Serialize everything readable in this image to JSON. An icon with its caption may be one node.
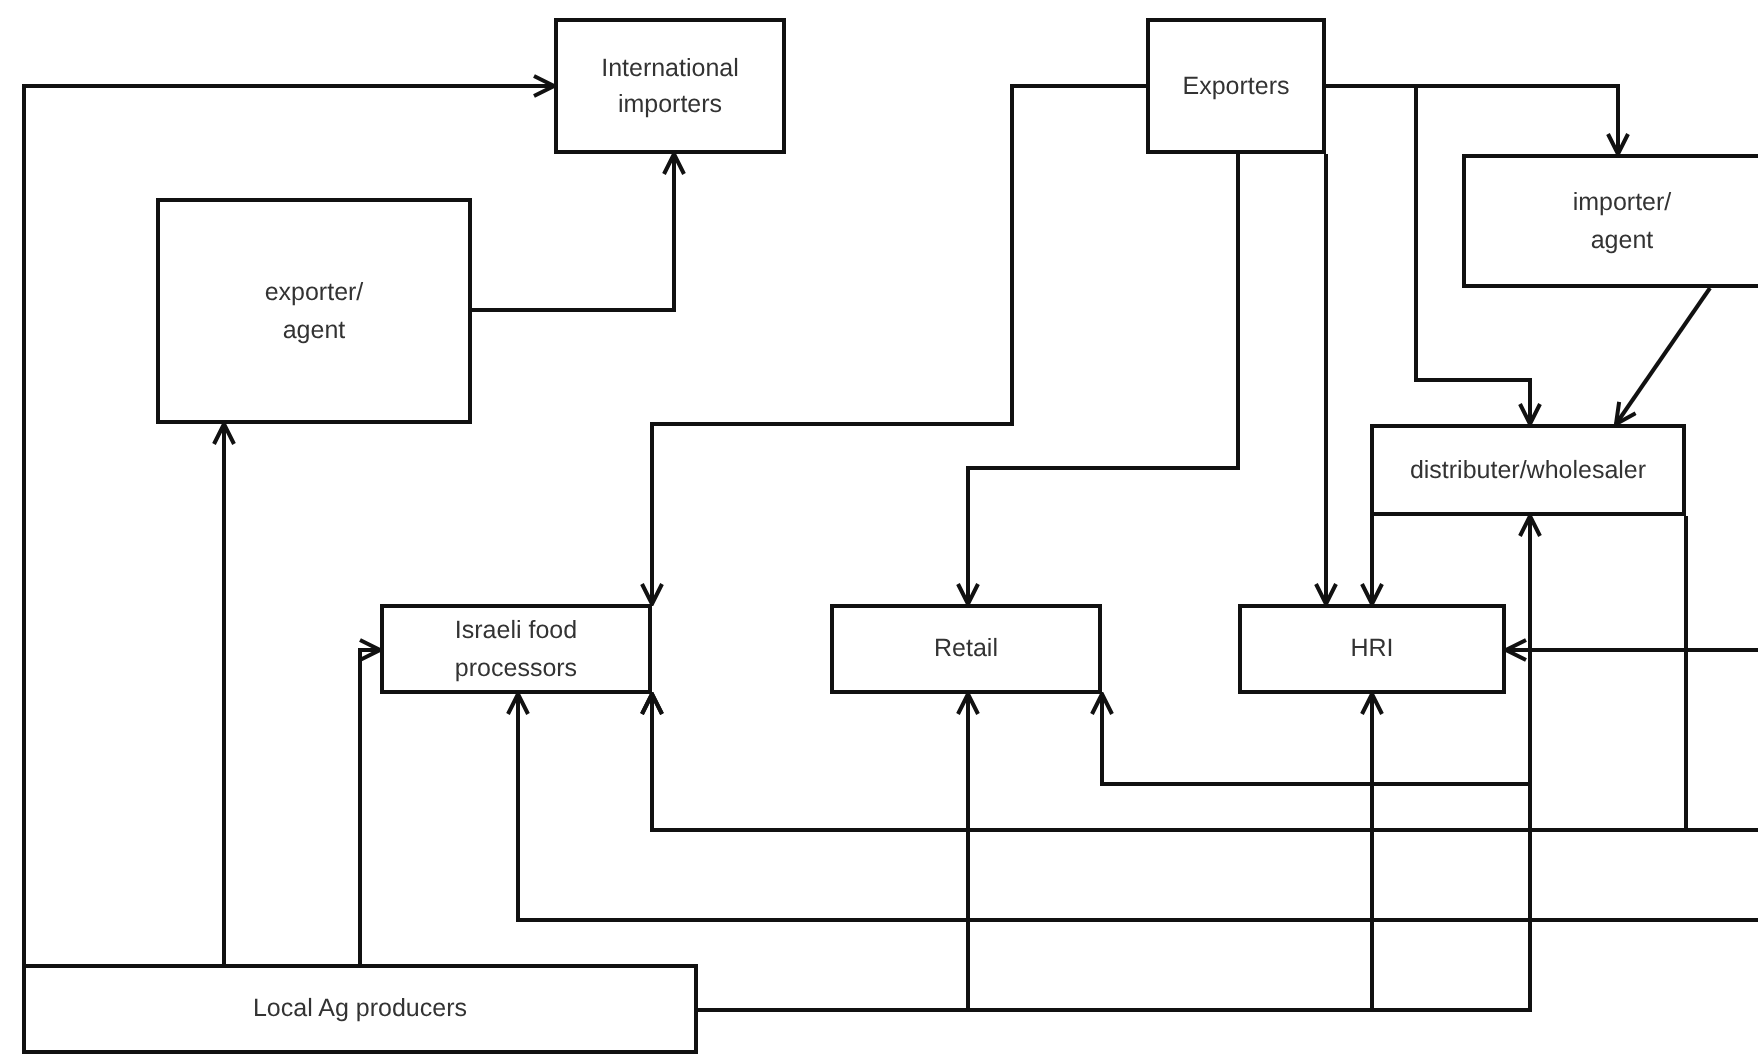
{
  "diagram": {
    "nodes": [
      {
        "text": [
          "International importers"
        ]
      },
      {
        "text": [
          "Exporters"
        ]
      },
      {
        "text": [
          "exporter/ agent"
        ]
      },
      {
        "text": [
          "importer/ agent"
        ]
      },
      {
        "text": [
          "distributer/wholesaler"
        ]
      },
      {
        "text": [
          "Israeli food processors"
        ]
      },
      {
        "text": [
          "Retail"
        ]
      },
      {
        "text": [
          "HRI"
        ]
      },
      {
        "text": [
          "Local Ag producers"
        ]
      }
    ],
    "edges": [
      {
        "from": 8,
        "to": 0,
        "arrow": "to"
      },
      {
        "from": 8,
        "to": 2,
        "arrow": "to"
      },
      {
        "from": 8,
        "to": 5,
        "arrow": "to"
      },
      {
        "from": 2,
        "to": 0,
        "arrow": "to"
      },
      {
        "from": 1,
        "to": 3,
        "arrow": "to"
      },
      {
        "from": 1,
        "to": 4,
        "arrow": "to"
      },
      {
        "from": 1,
        "to": 5,
        "arrow": "to"
      },
      {
        "from": 1,
        "to": 6,
        "arrow": "to"
      },
      {
        "from": 1,
        "to": 7,
        "arrow": "to"
      },
      {
        "from": 3,
        "to": 4,
        "arrow": "to"
      },
      {
        "from": 4,
        "to": 7,
        "arrow": "to"
      },
      {
        "from": 8,
        "to": 4,
        "arrow": "to"
      },
      {
        "from": 8,
        "to": 6,
        "arrow": "to"
      },
      {
        "from": 8,
        "to": 7,
        "arrow": "to"
      },
      {
        "from": 4,
        "to": 6,
        "arrow": "to"
      },
      {
        "from": 4,
        "to": 5,
        "arrow": "to"
      },
      {
        "from": null,
        "to": 7,
        "arrow": "to"
      },
      {
        "from": null,
        "to": 5,
        "arrow": "to"
      },
      {
        "from": null,
        "to": 5,
        "arrow": "to"
      }
    ]
  }
}
